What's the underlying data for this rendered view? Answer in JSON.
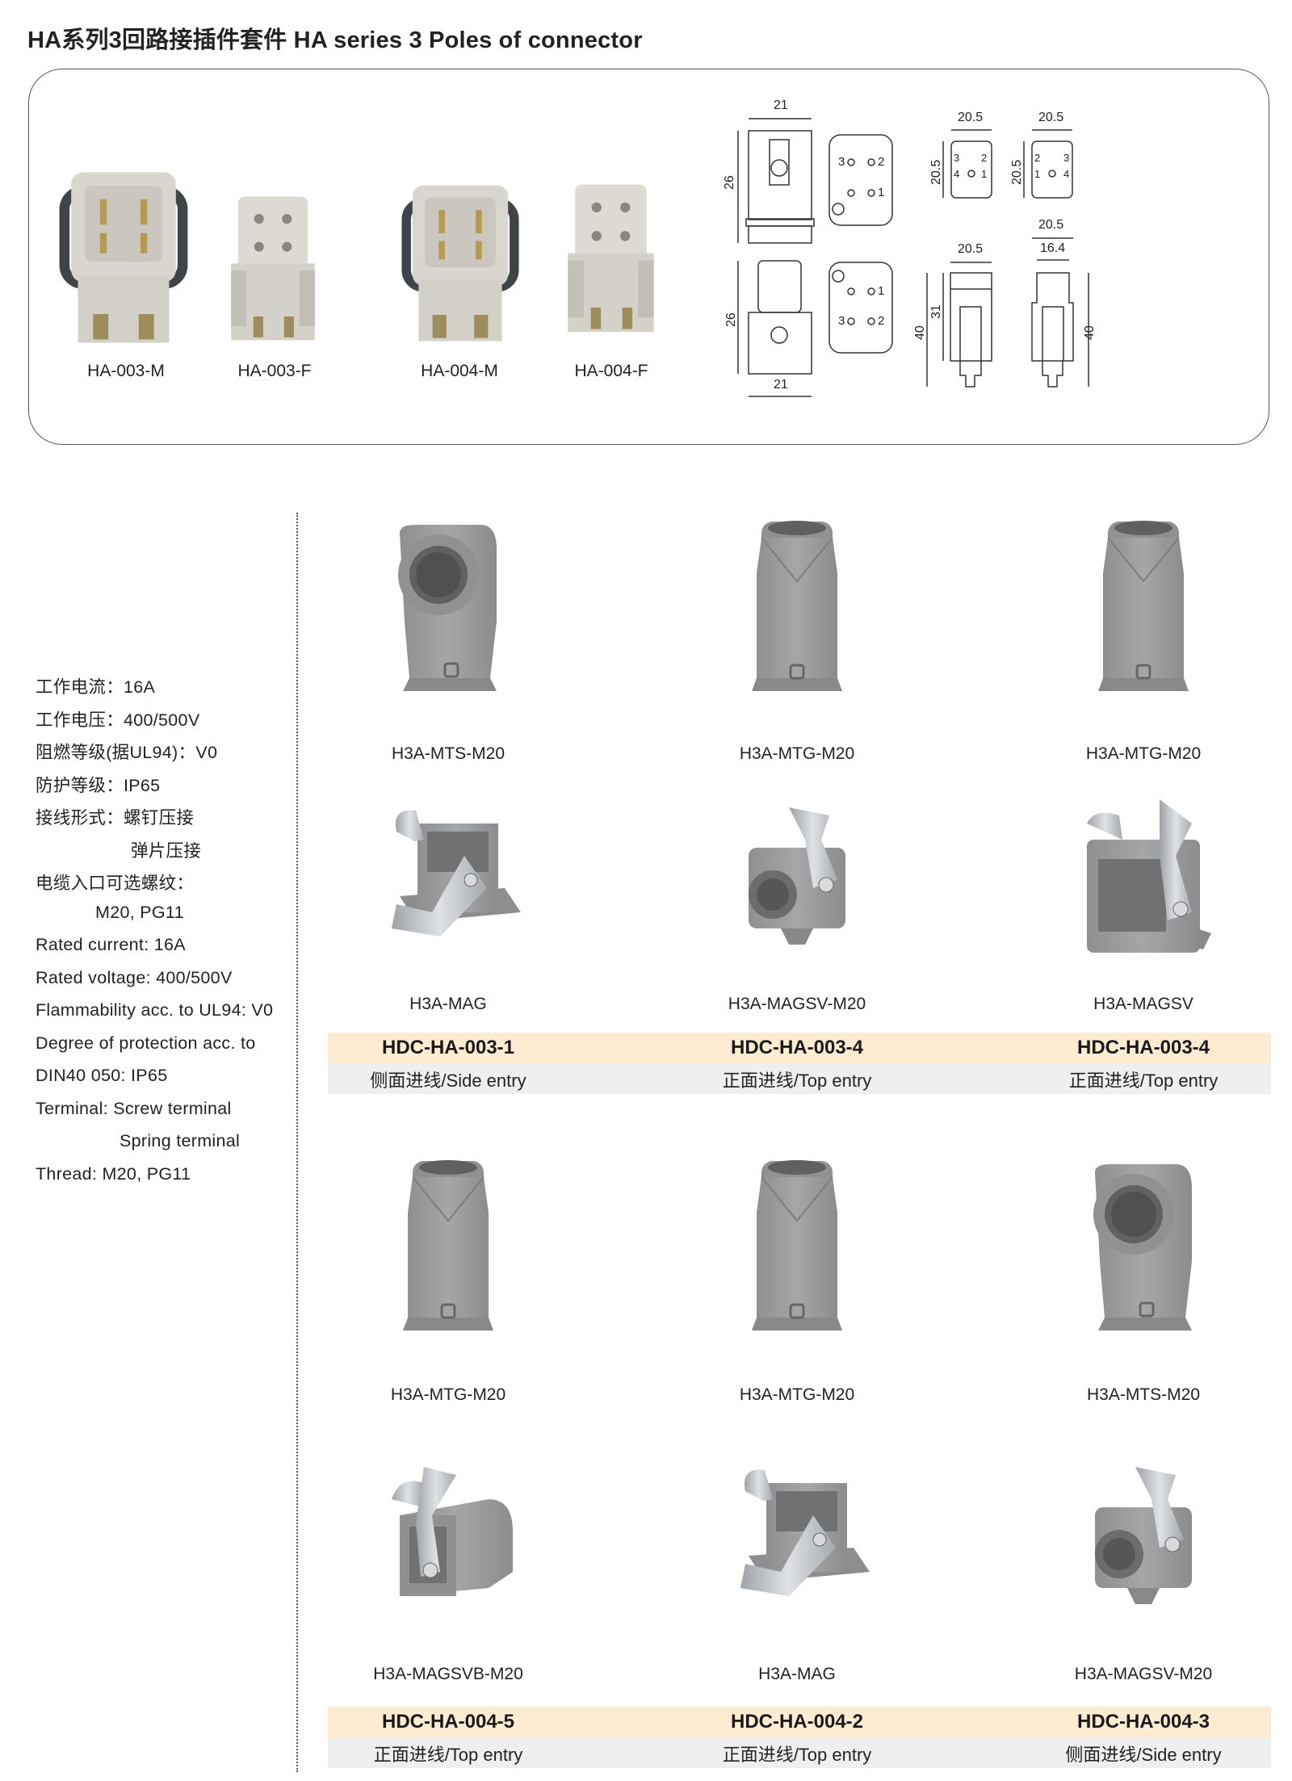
{
  "title": "HA系列3回路接插件套件 HA series 3 Poles of connector",
  "inserts": [
    {
      "label": "HA-003-M"
    },
    {
      "label": "HA-003-F"
    },
    {
      "label": "HA-004-M"
    },
    {
      "label": "HA-004-F"
    }
  ],
  "drawing": {
    "dim_21": "21",
    "dim_26": "26",
    "dim_20_5": "20.5",
    "dim_16_4": "16.4",
    "dim_31": "31",
    "dim_40": "40",
    "pins": {
      "p1": "1",
      "p2": "2",
      "p3": "3",
      "p4": "4"
    }
  },
  "specs": [
    "工作电流：16A",
    "工作电压：400/500V",
    "阻燃等级(据UL94)：V0",
    "防护等级：IP65",
    "接线形式：螺钉压接",
    "弹片压接",
    "电缆入口可选螺纹：",
    "M20, PG11",
    "Rated current: 16A",
    "Rated voltage: 400/500V",
    "Flammability acc. to UL94: V0",
    "Degree of protection acc. to",
    "DIN40 050: IP65",
    "Terminal: Screw terminal",
    "Spring terminal",
    "Thread:  M20, PG11"
  ],
  "sets": [
    {
      "hoods": [
        "H3A-MTS-M20",
        "H3A-MTG-M20",
        "H3A-MTG-M20"
      ],
      "hood_types": [
        "side",
        "top",
        "top"
      ],
      "bases": [
        "H3A-MAG",
        "H3A-MAGSV-M20",
        "H3A-MAGSV"
      ],
      "base_types": [
        "bulk",
        "surface",
        "surfacebox"
      ],
      "codes": [
        "HDC-HA-003-1",
        "HDC-HA-003-4",
        "HDC-HA-003-4"
      ],
      "entries": [
        "侧面进线/Side entry",
        "正面进线/Top entry",
        "正面进线/Top entry"
      ]
    },
    {
      "hoods": [
        "H3A-MTG-M20",
        "H3A-MTG-M20",
        "H3A-MTS-M20"
      ],
      "hood_types": [
        "top",
        "top",
        "side"
      ],
      "bases": [
        "H3A-MAGSVB-M20",
        "H3A-MAG",
        "H3A-MAGSV-M20"
      ],
      "base_types": [
        "surfaceside",
        "bulk",
        "surface"
      ],
      "codes": [
        "HDC-HA-004-5",
        "HDC-HA-004-2",
        "HDC-HA-004-3"
      ],
      "entries": [
        "正面进线/Top entry",
        "正面进线/Top entry",
        "侧面进线/Side entry"
      ]
    }
  ],
  "colors": {
    "band_top": "#fdebd2",
    "band_bottom": "#efefef",
    "housing": "#9a9c9e",
    "metal": "#b9bdc1",
    "insert": "#dcd9d2"
  }
}
